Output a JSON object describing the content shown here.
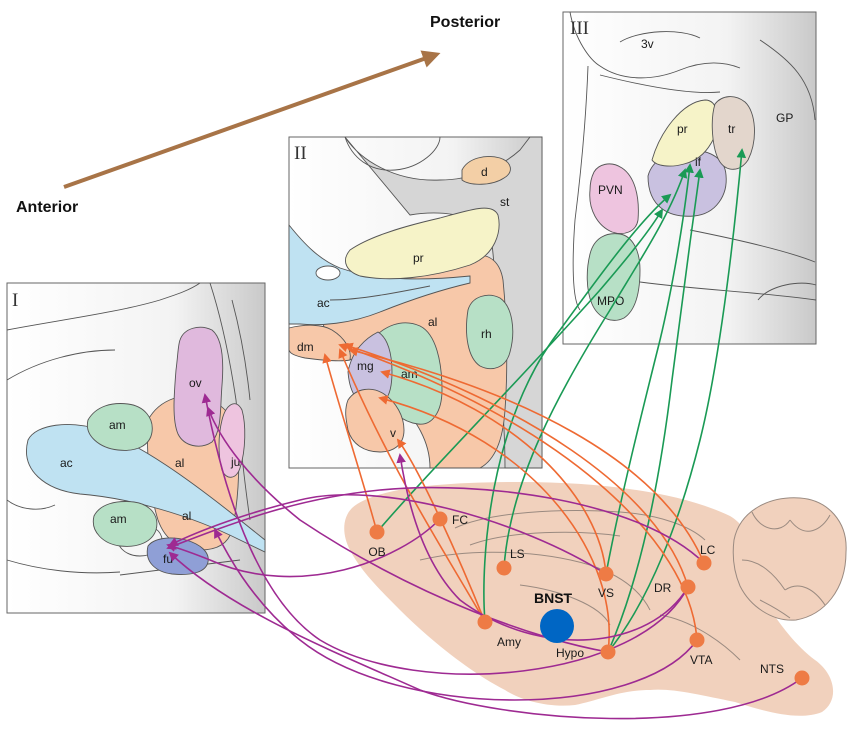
{
  "orientation": {
    "posterior": "Posterior",
    "anterior": "Anterior"
  },
  "panels": {
    "panel1": {
      "numeral": "I",
      "nuclei": {
        "ov": "ov",
        "am_upper": "am",
        "ac": "ac",
        "ju": "ju",
        "al_upper": "al",
        "am_lower": "am",
        "al_lower": "al",
        "fu": "fu"
      }
    },
    "panel2": {
      "numeral": "II",
      "nuclei": {
        "d": "d",
        "st": "st",
        "pr": "pr",
        "ac": "ac",
        "al": "al",
        "rh": "rh",
        "dm": "dm",
        "mg": "mg",
        "am": "am",
        "v": "v"
      }
    },
    "panel3": {
      "numeral": "III",
      "nuclei": {
        "v3": "3v",
        "pr": "pr",
        "tr": "tr",
        "gp": "GP",
        "if": "if",
        "pvn": "PVN",
        "mpo": "MPO"
      }
    }
  },
  "regions": {
    "ob": "OB",
    "fc": "FC",
    "ls": "LS",
    "vs": "VS",
    "lc": "LC",
    "dr": "DR",
    "amy": "Amy",
    "hypo": "Hypo",
    "vta": "VTA",
    "nts": "NTS",
    "bnst": "BNST"
  },
  "colors": {
    "region_node": "#ee7b45",
    "bnst_node": "#0066c4",
    "orange_arrow": "#ee6a33",
    "green_arrow": "#1a9a55",
    "purple_arrow": "#9e2a92",
    "brain": "#f1d1bd",
    "axis_arrow": "#a87447"
  }
}
